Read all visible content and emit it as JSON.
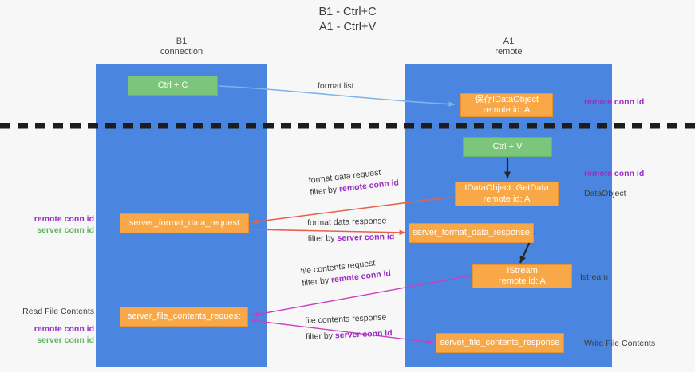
{
  "title_lines": [
    "B1 - Ctrl+C",
    "A1 - Ctrl+V"
  ],
  "lanes": [
    {
      "id": "b1",
      "name": "B1",
      "subtitle": "connection"
    },
    {
      "id": "a1",
      "name": "A1",
      "subtitle": "remote"
    }
  ],
  "nodes": {
    "ctrl_c": {
      "label": "Ctrl + C",
      "color": "#7bc67b"
    },
    "idataobject": {
      "line1": "保存IDataObject",
      "line2": "remote id: A",
      "color": "#f9a847"
    },
    "ctrl_v": {
      "label": "Ctrl + V",
      "color": "#7bc67b"
    },
    "getdata": {
      "line1": "IDataObject::GetData",
      "line2": "remote id: A",
      "color": "#f9a847"
    },
    "server_format_data_request": {
      "label": "server_format_data_request",
      "color": "#f9a847"
    },
    "server_format_data_response": {
      "label": "server_format_data_response",
      "color": "#f9a847"
    },
    "istream": {
      "line1": "IStream",
      "line2": "remote id: A",
      "color": "#f9a847"
    },
    "server_file_contents_request": {
      "label": "server_file_contents_request",
      "color": "#f9a847"
    },
    "server_file_contents_response": {
      "label": "server_file_contents_response",
      "color": "#f9a847"
    }
  },
  "edge_labels": {
    "format_list": "format list",
    "format_data_request": "format data request",
    "format_data_request_filter_prefix": "filter by ",
    "format_data_request_filter_key": "remote conn id",
    "format_data_response": "format data response",
    "format_data_response_filter_prefix": "filter by ",
    "format_data_response_filter_key": "server conn id",
    "file_contents_request": "file contents request",
    "file_contents_request_filter_prefix": "filter by ",
    "file_contents_request_filter_key": "remote conn id",
    "file_contents_response": "file contents response",
    "file_contents_response_filter_prefix": "filter by ",
    "file_contents_response_filter_key": "server conn id"
  },
  "annotations": {
    "remote_conn_id_top": "remote conn id",
    "remote_conn_id_mid": "remote conn id",
    "dataobject": "DataObject",
    "istream": "Istream",
    "write_file_contents": "Write File Contents",
    "read_file_contents": "Read File Contents",
    "left_remote_conn_id_1": "remote conn id",
    "left_server_conn_id_1": "server conn id",
    "left_remote_conn_id_2": "remote conn id",
    "left_server_conn_id_2": "server conn id"
  },
  "colors": {
    "lane": "#4a86e0",
    "orange": "#f9a847",
    "green": "#7bc67b",
    "purple": "#9c2ec4",
    "green_text": "#63b363",
    "arrow_blue": "#7fb2e8",
    "arrow_red": "#e8604c",
    "arrow_magenta": "#c93fc0",
    "arrow_black": "#262626",
    "background": "#f7f7f7"
  }
}
